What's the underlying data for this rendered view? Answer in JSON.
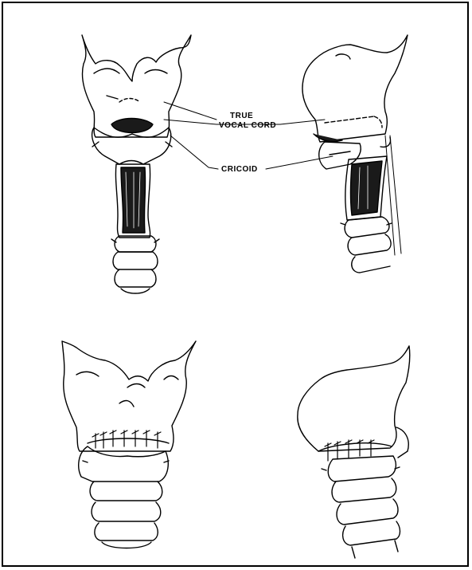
{
  "labels": {
    "true_vocal_cord_line1": "TRUE",
    "true_vocal_cord_line2": "VOCAL CORD",
    "cricoid": "CRICOID"
  },
  "colors": {
    "ink": "#000000",
    "paper": "#ffffff",
    "shade": "#1a1a1a"
  }
}
